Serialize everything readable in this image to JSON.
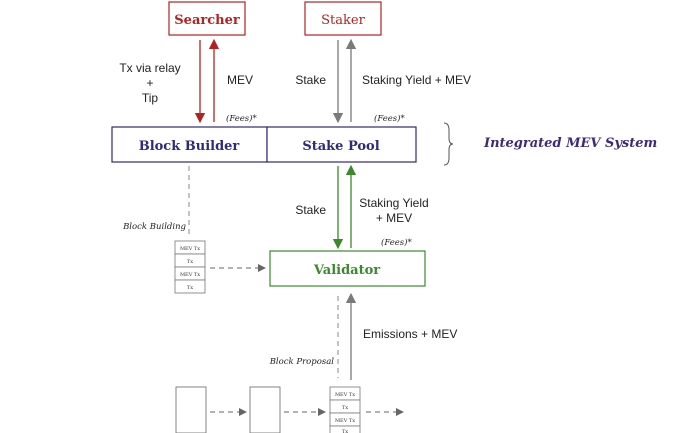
{
  "nodes": {
    "searcher": "Searcher",
    "staker": "Staker",
    "block_builder": "Block Builder",
    "stake_pool": "Stake Pool",
    "validator": "Validator"
  },
  "edges": {
    "tx_via_relay": [
      "Tx via relay",
      "+",
      "Tip"
    ],
    "mev": "MEV",
    "stake_top": "Stake",
    "staking_yield_mev_top": "Staking Yield + MEV",
    "fees_builder": "(Fees)*",
    "fees_pool": "(Fees)*",
    "stake_mid": "Stake",
    "staking_yield_mev_mid": [
      "Staking Yield",
      "+ MEV"
    ],
    "fees_validator": "(Fees)*",
    "block_building": "Block Building",
    "emissions_mev": "Emissions + MEV",
    "block_proposal": "Block Proposal"
  },
  "system_label": "Integrated MEV System",
  "block_stack_1": [
    "MEV Tx",
    "Tx",
    "MEV Tx",
    "Tx"
  ],
  "block_stack_2": [
    "MEV Tx",
    "Tx",
    "MEV Tx",
    "Tx"
  ],
  "colors": {
    "red": "#b22222",
    "navy": "#2e2a7a",
    "green": "#3a8a2a",
    "gray": "#8a8a8a",
    "text": "#222222",
    "purple_text": "#3d2a7a"
  }
}
